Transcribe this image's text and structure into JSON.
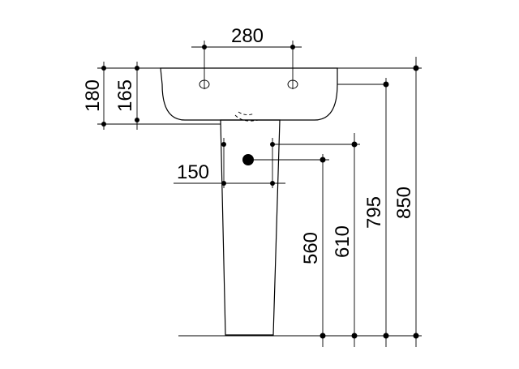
{
  "dimensions": {
    "tap_hole_spacing": "280",
    "basin_overall_height": "180",
    "basin_bowl_height": "165",
    "pedestal_inlet_width": "150",
    "waste_outlet_height": "560",
    "inlet_top_height": "610",
    "basin_underside_height": "795",
    "overall_height": "850"
  },
  "colors": {
    "line": "#000000",
    "background": "#ffffff"
  }
}
